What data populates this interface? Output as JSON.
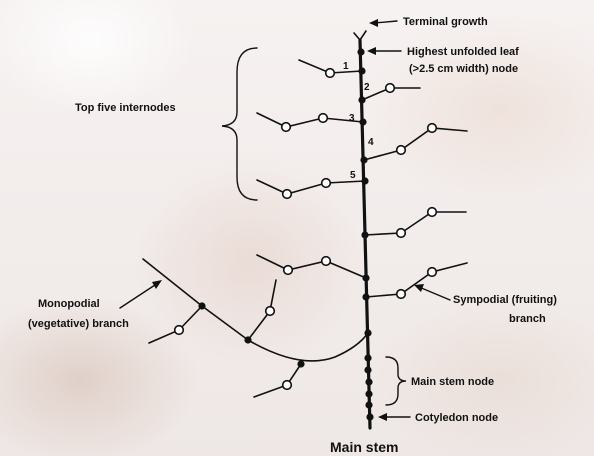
{
  "labels": {
    "terminal_growth": "Terminal growth",
    "highest_leaf_line1": "Highest unfolded leaf",
    "highest_leaf_line2": "(>2.5 cm width) node",
    "top_five": "Top five internodes",
    "monopodial_line1": "Monopodial",
    "monopodial_line2": "(vegetative) branch",
    "sympodial_line1": "Sympodial (fruiting)",
    "sympodial_line2": "branch",
    "main_stem_node": "Main stem node",
    "cotyledon_node": "Cotyledon node",
    "main_stem": "Main stem"
  },
  "internode_numbers": [
    "1",
    "2",
    "3",
    "4",
    "5"
  ],
  "colors": {
    "ink": "#111111",
    "background": "#f3efee"
  }
}
